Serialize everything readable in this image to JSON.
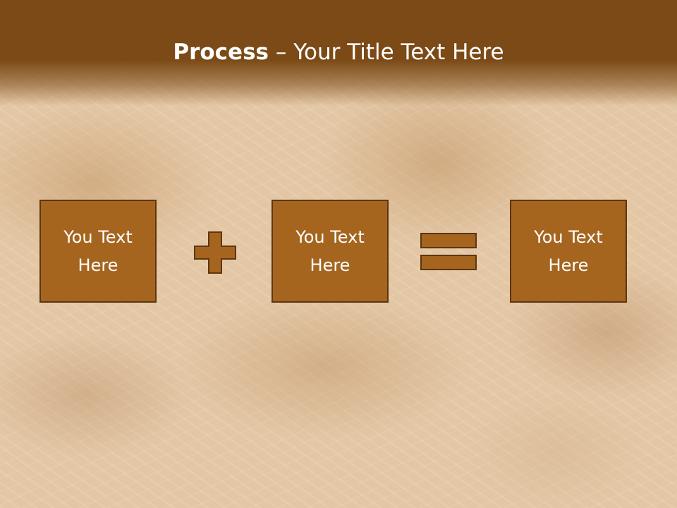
{
  "slide": {
    "title_bold": "Process",
    "title_separator": " – ",
    "title_rest": "Your Title Text Here"
  },
  "process": {
    "steps": [
      {
        "line1": "You Text",
        "line2": "Here"
      },
      {
        "line1": "You Text",
        "line2": "Here"
      },
      {
        "line1": "You Text",
        "line2": "Here"
      }
    ],
    "operators": [
      "plus-icon",
      "equals-icon"
    ]
  },
  "colors": {
    "header": "#7b4a16",
    "box_fill": "#a5651f",
    "box_border": "#5e3510",
    "text": "#ffffff"
  }
}
